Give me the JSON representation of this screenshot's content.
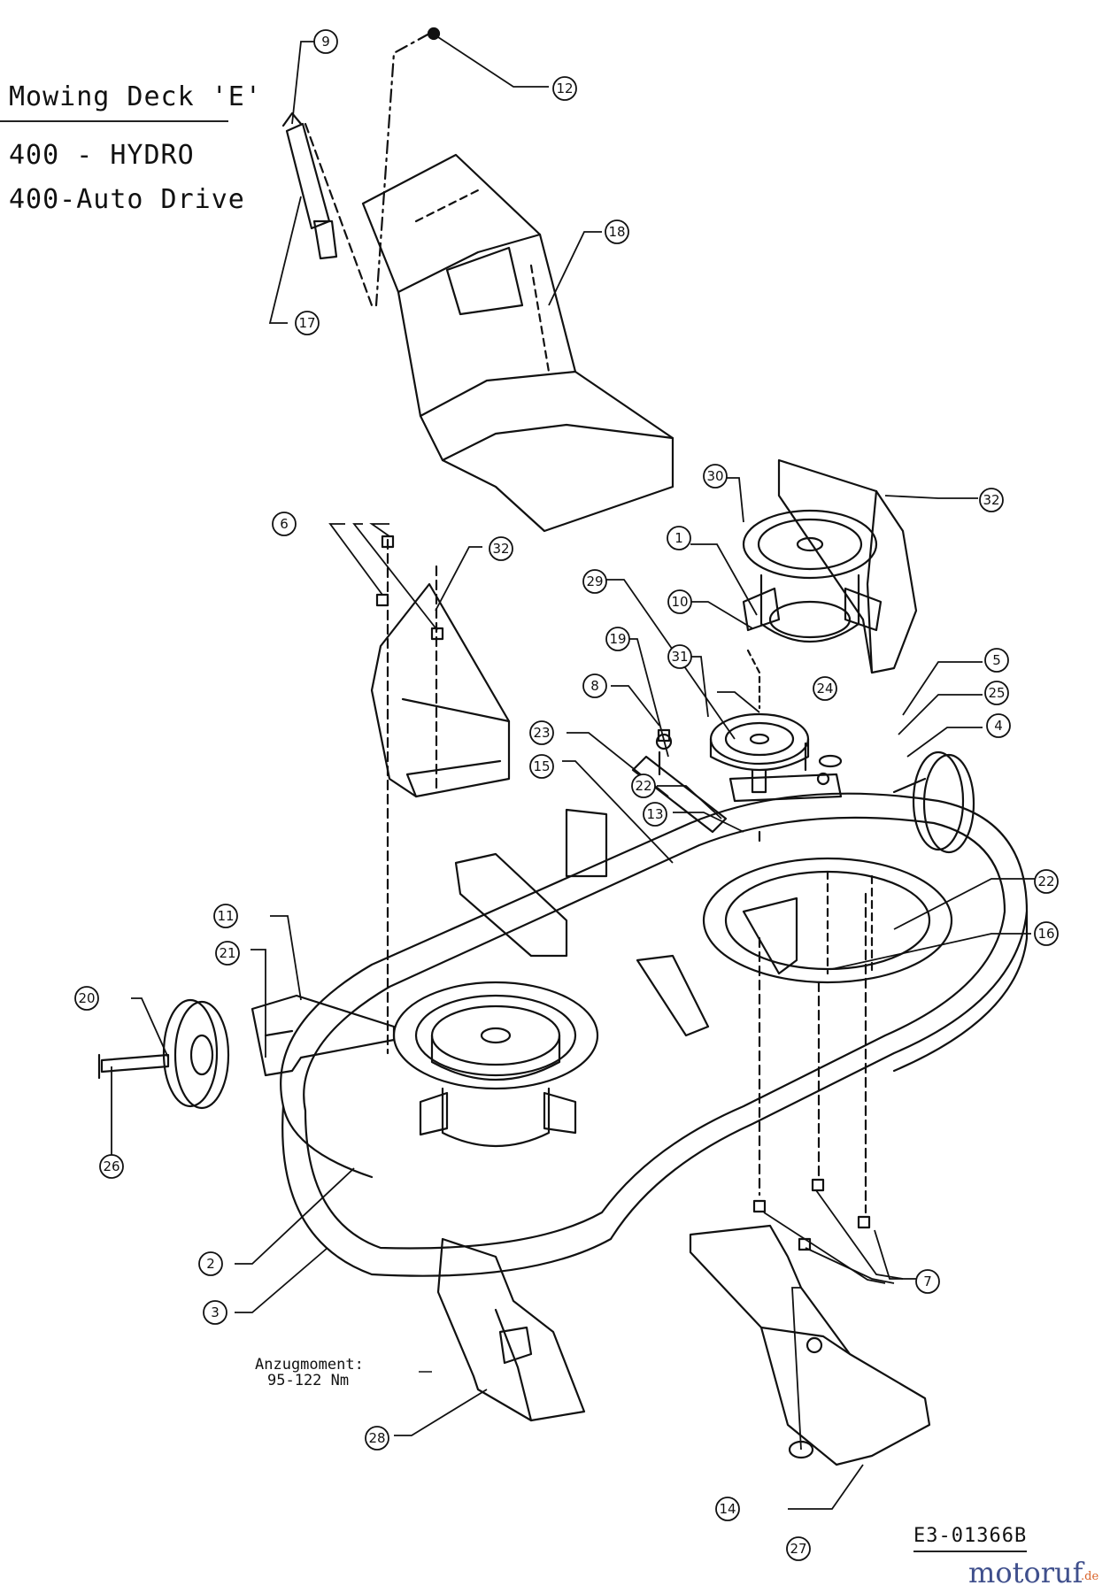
{
  "title": {
    "line1": "Mowing Deck 'E'",
    "line2": "400 -  HYDRO",
    "line3": "400-Auto Drive"
  },
  "torque": {
    "label": "Anzugmoment:",
    "value": "95-122 Nm"
  },
  "drawing_code": "E3-01366B",
  "watermark": {
    "text": "motoruf",
    "suffix": ".de",
    "color_main": "#3f4f8c",
    "color_suffix": "#d9632a"
  },
  "callouts": [
    "1",
    "2",
    "3",
    "4",
    "5",
    "6",
    "7",
    "8",
    "9",
    "10",
    "11",
    "12",
    "13",
    "14",
    "15",
    "16",
    "17",
    "18",
    "19",
    "20",
    "21",
    "22",
    "22",
    "23",
    "24",
    "25",
    "26",
    "27",
    "28",
    "29",
    "30",
    "31",
    "32",
    "32"
  ]
}
